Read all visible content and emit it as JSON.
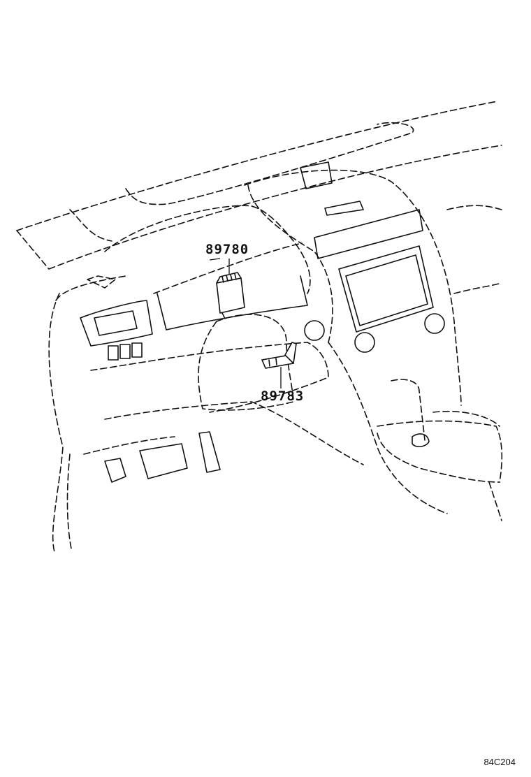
{
  "diagram": {
    "callouts": [
      {
        "part_number": "89780"
      },
      {
        "part_number": "89783"
      }
    ],
    "diagram_code": "84C204",
    "line_color": "#111111",
    "background": "#ffffff"
  }
}
